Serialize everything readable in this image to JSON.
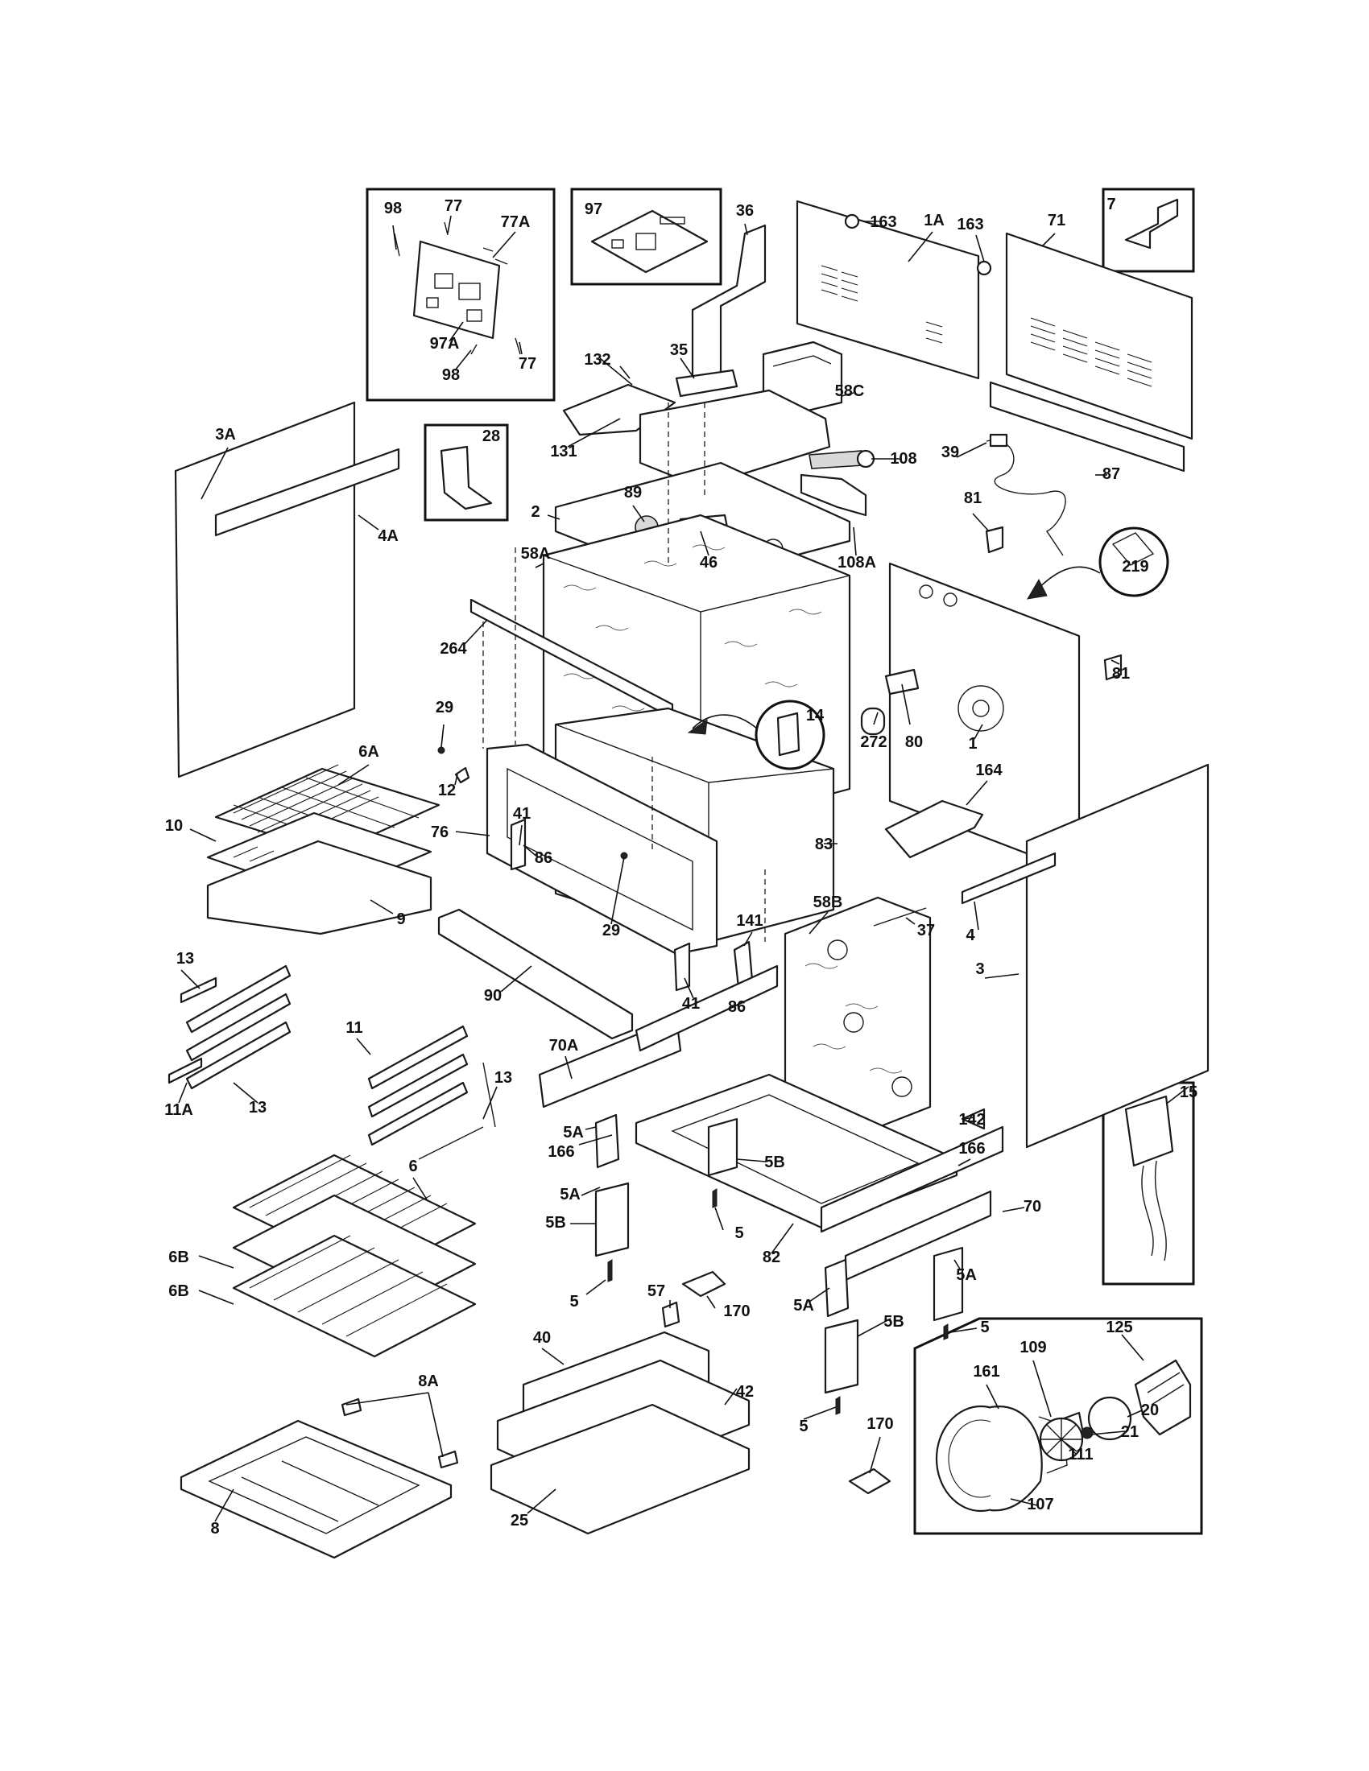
{
  "labels": [
    {
      "text": "98"
    },
    {
      "text": "77"
    },
    {
      "text": "77A"
    },
    {
      "text": "97A"
    },
    {
      "text": "98"
    },
    {
      "text": "77"
    },
    {
      "text": "97"
    },
    {
      "text": "36"
    },
    {
      "text": "163"
    },
    {
      "text": "1A"
    },
    {
      "text": "163"
    },
    {
      "text": "71"
    },
    {
      "text": "7"
    },
    {
      "text": "132"
    },
    {
      "text": "35"
    },
    {
      "text": "58C"
    },
    {
      "text": "131"
    },
    {
      "text": "108"
    },
    {
      "text": "39"
    },
    {
      "text": "87"
    },
    {
      "text": "28"
    },
    {
      "text": "3A"
    },
    {
      "text": "4A"
    },
    {
      "text": "2"
    },
    {
      "text": "89"
    },
    {
      "text": "46"
    },
    {
      "text": "108A"
    },
    {
      "text": "81"
    },
    {
      "text": "219"
    },
    {
      "text": "58A"
    },
    {
      "text": "264"
    },
    {
      "text": "14"
    },
    {
      "text": "272"
    },
    {
      "text": "80"
    },
    {
      "text": "1"
    },
    {
      "text": "81"
    },
    {
      "text": "29"
    },
    {
      "text": "12"
    },
    {
      "text": "6A"
    },
    {
      "text": "10"
    },
    {
      "text": "41"
    },
    {
      "text": "76"
    },
    {
      "text": "86"
    },
    {
      "text": "83"
    },
    {
      "text": "164"
    },
    {
      "text": "9"
    },
    {
      "text": "29"
    },
    {
      "text": "58B"
    },
    {
      "text": "37"
    },
    {
      "text": "4"
    },
    {
      "text": "141"
    },
    {
      "text": "3"
    },
    {
      "text": "13"
    },
    {
      "text": "90"
    },
    {
      "text": "41"
    },
    {
      "text": "86"
    },
    {
      "text": "70A"
    },
    {
      "text": "11"
    },
    {
      "text": "13"
    },
    {
      "text": "11A"
    },
    {
      "text": "13"
    },
    {
      "text": "142"
    },
    {
      "text": "15"
    },
    {
      "text": "5A"
    },
    {
      "text": "166"
    },
    {
      "text": "5B"
    },
    {
      "text": "166"
    },
    {
      "text": "5A"
    },
    {
      "text": "6"
    },
    {
      "text": "70"
    },
    {
      "text": "5B"
    },
    {
      "text": "6B"
    },
    {
      "text": "5"
    },
    {
      "text": "6B"
    },
    {
      "text": "82"
    },
    {
      "text": "5A"
    },
    {
      "text": "5"
    },
    {
      "text": "57"
    },
    {
      "text": "170"
    },
    {
      "text": "5A"
    },
    {
      "text": "5B"
    },
    {
      "text": "5"
    },
    {
      "text": "125"
    },
    {
      "text": "40"
    },
    {
      "text": "42"
    },
    {
      "text": "109"
    },
    {
      "text": "8A"
    },
    {
      "text": "161"
    },
    {
      "text": "20"
    },
    {
      "text": "21"
    },
    {
      "text": "5"
    },
    {
      "text": "170"
    },
    {
      "text": "111"
    },
    {
      "text": "8"
    },
    {
      "text": "25"
    },
    {
      "text": "107"
    }
  ]
}
